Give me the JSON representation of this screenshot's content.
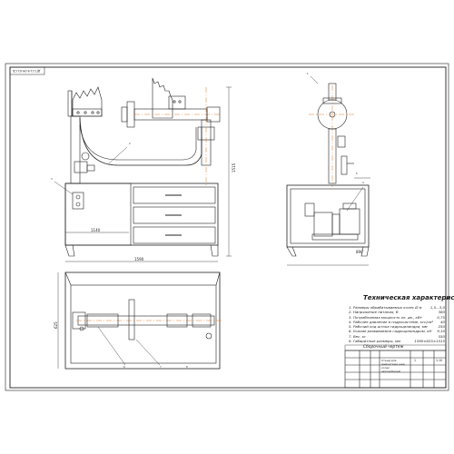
{
  "drawing": {
    "stamp_text": "ДП.11.9.09.01.СБ",
    "dimensions": {
      "height_main": "1515",
      "width_top": "1140",
      "width_overall": "1590",
      "depth_plan": "625",
      "side_width": "890"
    },
    "leader_numbers": [
      "1",
      "2",
      "3",
      "4",
      "5",
      "6",
      "7",
      "8"
    ],
    "tech_title": "Техническая характеристика",
    "tech_lines": [
      {
        "text": "1. Размеры обрабатываемых колес Ø м",
        "value": "1,5...3,0"
      },
      {
        "text": "2. Напряжение питания, В",
        "value": "380"
      },
      {
        "text": "3. Потребляемая мощность эл. дв., кВт",
        "value": "0,75"
      },
      {
        "text": "4. Рабочее давление в гидросистеме, кгс/см²",
        "value": "40"
      },
      {
        "text": "5. Рабочий ход штока гидроцилиндра, мм",
        "value": "250"
      },
      {
        "text": "6. Усилие развиваемое гидроцилиндром, кН",
        "value": "9,10"
      },
      {
        "text": "7. Вес, кг",
        "value": "550"
      },
      {
        "text": "8. Габаритные размеры, мм",
        "value": "1590×625×1515"
      }
    ],
    "assembly_note": "Сборочный чертеж",
    "title_block": {
      "line1": "Стенд для",
      "line2": "демонтажа шин",
      "line3": "колес",
      "line4": "автомобилей",
      "sheet": "1",
      "scale": "1:10"
    }
  }
}
